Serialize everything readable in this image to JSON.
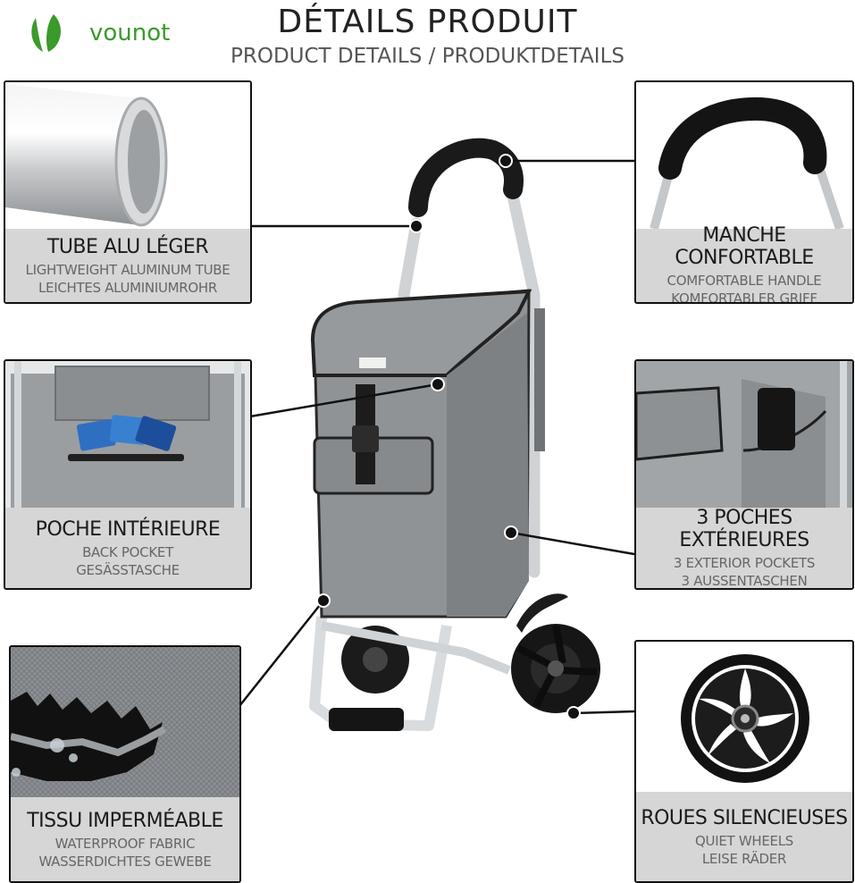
{
  "brand": {
    "name": "vounot"
  },
  "header": {
    "title": "DÉTAILS PRODUIT",
    "subtitle": "PRODUCT DETAILS / PRODUKTDETAILS"
  },
  "features": {
    "tube": {
      "title": "TUBE ALU LÉGER",
      "en": "LIGHTWEIGHT ALUMINUM TUBE",
      "de": "LEICHTES ALUMINIUMROHR"
    },
    "handle": {
      "title": "MANCHE CONFORTABLE",
      "en": "COMFORTABLE HANDLE",
      "de": "KOMFORTABLER GRIFF"
    },
    "pocket": {
      "title": "POCHE INTÉRIEURE",
      "en": "BACK POCKET",
      "de": "GESÄSSTASCHE"
    },
    "pockets3": {
      "title": "3 POCHES EXTÉRIEURES",
      "en": "3 EXTERIOR POCKETS",
      "de": "3 AUSSENTASCHEN"
    },
    "fabric": {
      "title": "TISSU IMPERMÉABLE",
      "en": "WATERPROOF FABRIC",
      "de": "WASSERDICHTES GEWEBE"
    },
    "wheels": {
      "title": "ROUES SILENCIEUSES",
      "en": "QUIET WHEELS",
      "de": "LEISE RÄDER"
    }
  },
  "colors": {
    "brand_green": "#3a9a2a",
    "caption_bg": "#d6d6d6",
    "cart_body": "#8f9396",
    "frame": "#d9dcde"
  }
}
